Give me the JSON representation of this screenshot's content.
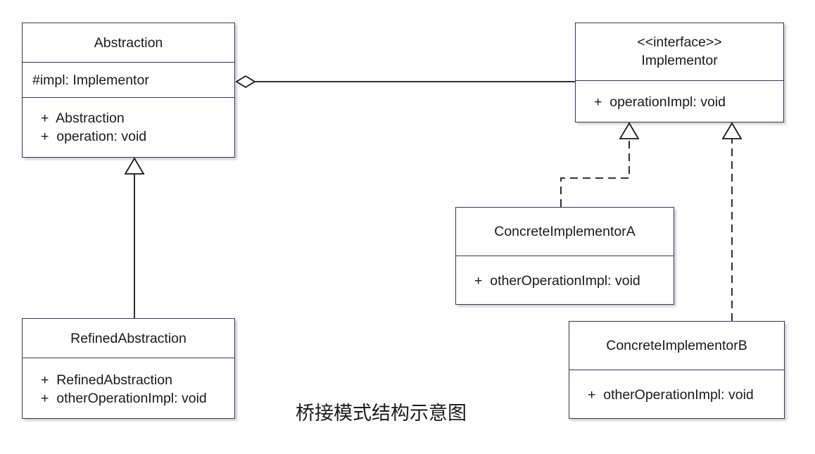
{
  "diagram": {
    "type": "uml-class-diagram",
    "caption": "桥接模式结构示意图",
    "background_color": "#ffffff",
    "border_color": "#2e3a5c",
    "text_color": "#1a1a1a",
    "connector_color": "#1a1a1a"
  },
  "classes": {
    "abstraction": {
      "name": "Abstraction",
      "attributes": [
        "#impl: Implementor"
      ],
      "operations": [
        "+  Abstraction",
        "+  operation: void"
      ]
    },
    "refined_abstraction": {
      "name": "RefinedAbstraction",
      "operations": [
        "+  RefinedAbstraction",
        "+  otherOperationImpl: void"
      ]
    },
    "implementor": {
      "stereotype": "<<interface>>",
      "name": "Implementor",
      "operations": [
        "+  operationImpl: void"
      ]
    },
    "concrete_implementor_a": {
      "name": "ConcreteImplementorA",
      "operations": [
        "+  otherOperationImpl: void"
      ]
    },
    "concrete_implementor_b": {
      "name": "ConcreteImplementorB",
      "operations": [
        "+  otherOperationImpl: void"
      ]
    }
  },
  "relations": [
    {
      "id": "aggregation-abstraction-implementor",
      "kind": "aggregation",
      "from": "Abstraction",
      "to": "Implementor",
      "line": "solid",
      "source_marker": "hollow-diamond"
    },
    {
      "id": "generalization-refinedabstraction-abstraction",
      "kind": "generalization",
      "from": "RefinedAbstraction",
      "to": "Abstraction",
      "line": "solid",
      "target_marker": "hollow-triangle"
    },
    {
      "id": "realization-concreteimplementora-implementor",
      "kind": "realization",
      "from": "ConcreteImplementorA",
      "to": "Implementor",
      "line": "dashed",
      "target_marker": "hollow-triangle"
    },
    {
      "id": "realization-concreteimplementorb-implementor",
      "kind": "realization",
      "from": "ConcreteImplementorB",
      "to": "Implementor",
      "line": "dashed",
      "target_marker": "hollow-triangle"
    }
  ]
}
